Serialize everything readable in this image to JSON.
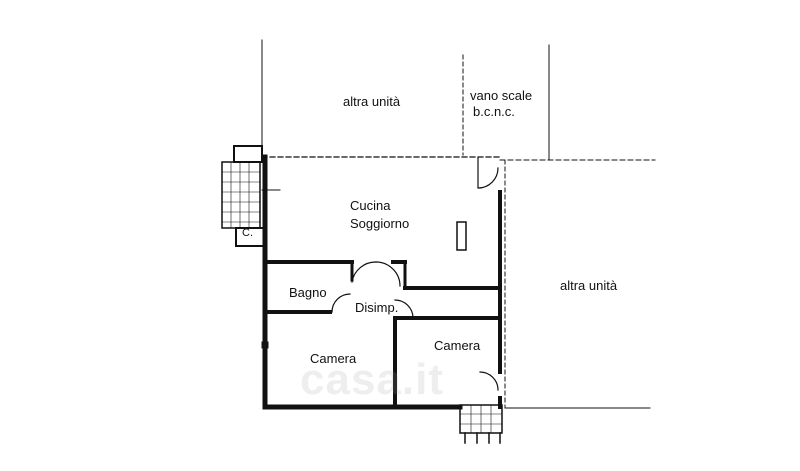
{
  "plan": {
    "rooms": {
      "altra_unita_top": "altra unità",
      "vano_scale_line1": "vano scale",
      "vano_scale_line2": "b.c.n.c.",
      "cucina": "Cucina",
      "soggiorno": "Soggiorno",
      "altra_unita_right": "altra unità",
      "bagno": "Bagno",
      "disimpegno": "Disimp.",
      "camera_left": "Camera",
      "camera_right": "Camera",
      "balcony_label": "C."
    },
    "watermark": "casa.it"
  }
}
